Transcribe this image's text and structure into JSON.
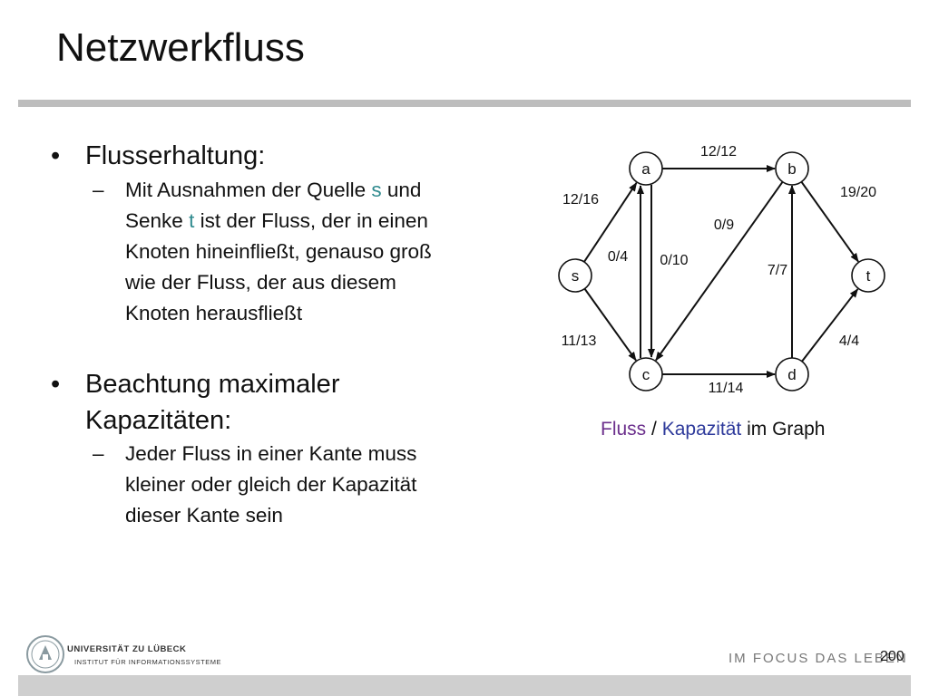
{
  "slide": {
    "title": "Netzwerkfluss",
    "bullets": [
      {
        "heading": "Flusserhaltung:",
        "sub": {
          "line1_a": "Mit Ausnahmen der Quelle ",
          "line1_s": "s",
          "line1_b": " und",
          "line2_a": "Senke ",
          "line2_t": "t",
          "line2_b": " ist der Fluss, der in einen",
          "line3": "Knoten hineinfließt, genauso groß",
          "line4": "wie der Fluss, der aus diesem",
          "line5": "Knoten herausfließt"
        }
      },
      {
        "heading_line1": "Beachtung maximaler",
        "heading_line2": "Kapazitäten:",
        "sub": {
          "line1": "Jeder Fluss in einer Kante muss",
          "line2": "kleiner oder gleich der Kapazität",
          "line3": "dieser Kante sein"
        }
      }
    ],
    "bullet_symbol": "•",
    "dash_symbol": "–",
    "caption": {
      "fluss": "Fluss",
      "sep": " / ",
      "kapazitaet": "Kapazität",
      "rest": " im Graph"
    },
    "page_number": "200",
    "motto": "IM FOCUS DAS LEBEN",
    "university": "UNIVERSITÄT ZU LÜBECK",
    "institute": "INSTITUT FÜR INFORMATIONSSYSTEME"
  },
  "graph": {
    "nodes": [
      {
        "id": "a",
        "label": "a"
      },
      {
        "id": "b",
        "label": "b"
      },
      {
        "id": "s",
        "label": "s"
      },
      {
        "id": "t",
        "label": "t"
      },
      {
        "id": "c",
        "label": "c"
      },
      {
        "id": "d",
        "label": "d"
      }
    ],
    "edges": [
      {
        "from": "s",
        "to": "a",
        "label": "12/16"
      },
      {
        "from": "a",
        "to": "b",
        "label": "12/12"
      },
      {
        "from": "b",
        "to": "t",
        "label": "19/20"
      },
      {
        "from": "s",
        "to": "c",
        "label": "11/13"
      },
      {
        "from": "c",
        "to": "d",
        "label": "11/14"
      },
      {
        "from": "d",
        "to": "t",
        "label": "4/4"
      },
      {
        "from": "c",
        "to": "a",
        "label": "0/4"
      },
      {
        "from": "a",
        "to": "c",
        "label": "0/10"
      },
      {
        "from": "b",
        "to": "c",
        "label": "0/9"
      },
      {
        "from": "d",
        "to": "b",
        "label": "7/7"
      }
    ]
  },
  "colors": {
    "fluss": "#6b2f8c",
    "kapazitaet": "#2e3a9b",
    "teal": "#2f8a8e",
    "rule": "#bdbdbd"
  }
}
